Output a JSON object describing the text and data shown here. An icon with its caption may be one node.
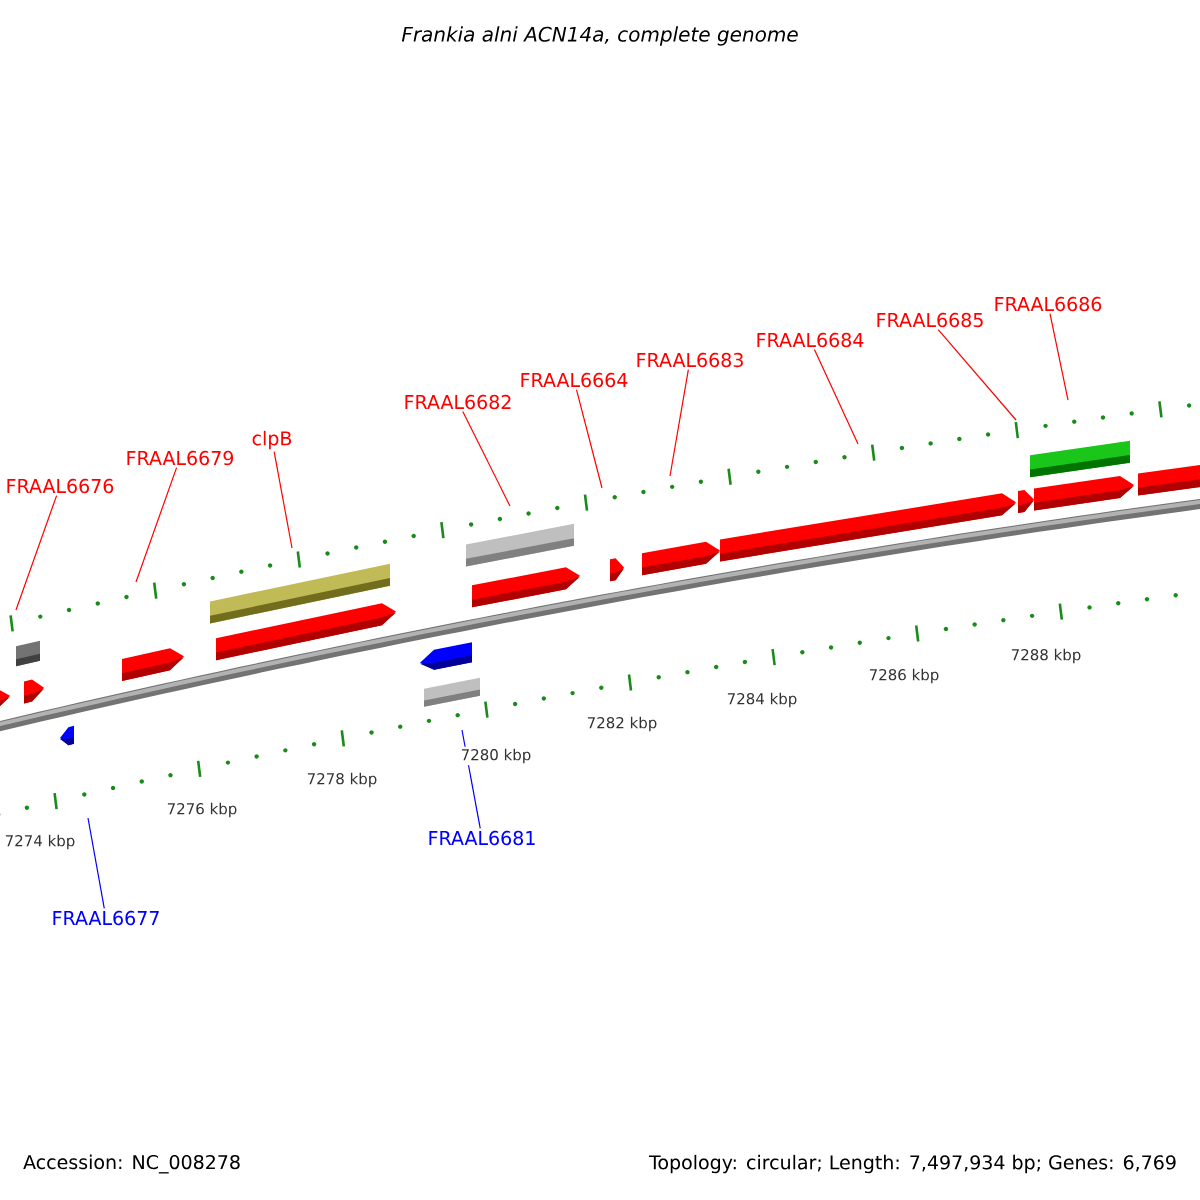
{
  "diagram": {
    "title": "Frankia alni ACN14a, complete genome",
    "nodes": [
      {
        "text": [
          "FRAAL6676"
        ]
      },
      {
        "text": [
          "FRAAL6679"
        ]
      },
      {
        "text": [
          "clpB"
        ]
      },
      {
        "text": [
          "FRAAL6682"
        ]
      },
      {
        "text": [
          "FRAAL6664"
        ]
      },
      {
        "text": [
          "FRAAL6683"
        ]
      },
      {
        "text": [
          "FRAAL6684"
        ]
      },
      {
        "text": [
          "FRAAL6685"
        ]
      },
      {
        "text": [
          "FRAAL6686"
        ]
      },
      {
        "text": [
          "FRAAL6681"
        ]
      },
      {
        "text": [
          "FRAAL6677"
        ]
      }
    ],
    "edges": [
      {
        "from": 0,
        "to": null,
        "arrow": "none"
      },
      {
        "from": 1,
        "to": null,
        "arrow": "none"
      },
      {
        "from": 2,
        "to": null,
        "arrow": "none"
      },
      {
        "from": 3,
        "to": null,
        "arrow": "none"
      },
      {
        "from": 4,
        "to": null,
        "arrow": "none"
      },
      {
        "from": 5,
        "to": null,
        "arrow": "none"
      },
      {
        "from": 6,
        "to": null,
        "arrow": "none"
      },
      {
        "from": 7,
        "to": null,
        "arrow": "none"
      },
      {
        "from": 8,
        "to": null,
        "arrow": "none"
      },
      {
        "from": 9,
        "to": null,
        "arrow": "none",
        "color": "#0000ff"
      },
      {
        "from": 10,
        "to": null,
        "arrow": "none",
        "color": "#0000ff"
      }
    ],
    "labels": [
      "7274 kbp",
      "7276 kbp",
      "7278 kbp",
      "7280 kbp",
      "7282 kbp",
      "7284 kbp",
      "7286 kbp",
      "7288 kbp",
      "Accession: NC_008278",
      "Topology: circular; Length: 7,497,934 bp; Genes: 6,769"
    ]
  }
}
